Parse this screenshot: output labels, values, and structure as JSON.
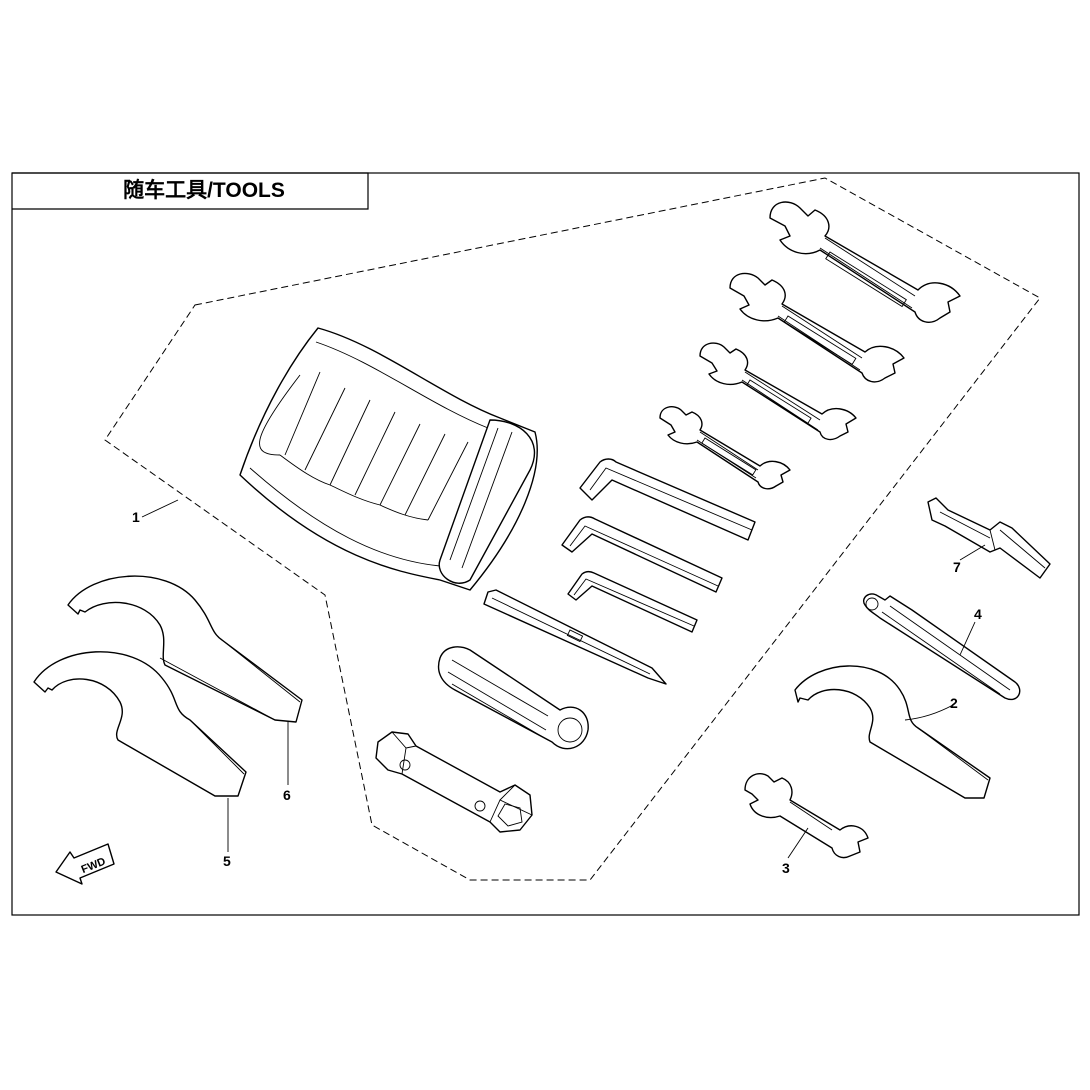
{
  "title": "随车工具/TOOLS",
  "fwd_label": "FWD",
  "callouts": [
    "1",
    "2",
    "3",
    "4",
    "5",
    "6",
    "7"
  ]
}
